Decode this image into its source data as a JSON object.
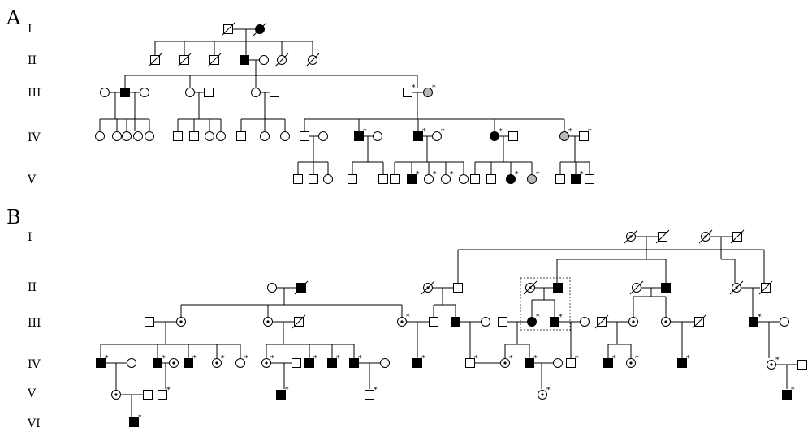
{
  "panels": [
    {
      "label": "A",
      "generations": [
        "I",
        "II",
        "III",
        "IV",
        "V"
      ]
    },
    {
      "label": "B",
      "generations": [
        "I",
        "II",
        "III",
        "IV",
        "V",
        "VI"
      ]
    }
  ],
  "marker_symbol": "*",
  "legend_colors": {
    "affected": "#000000",
    "unaffected": "#ffffff",
    "carrier_dot": "#000000",
    "line": "#000000",
    "box": "#444444"
  }
}
